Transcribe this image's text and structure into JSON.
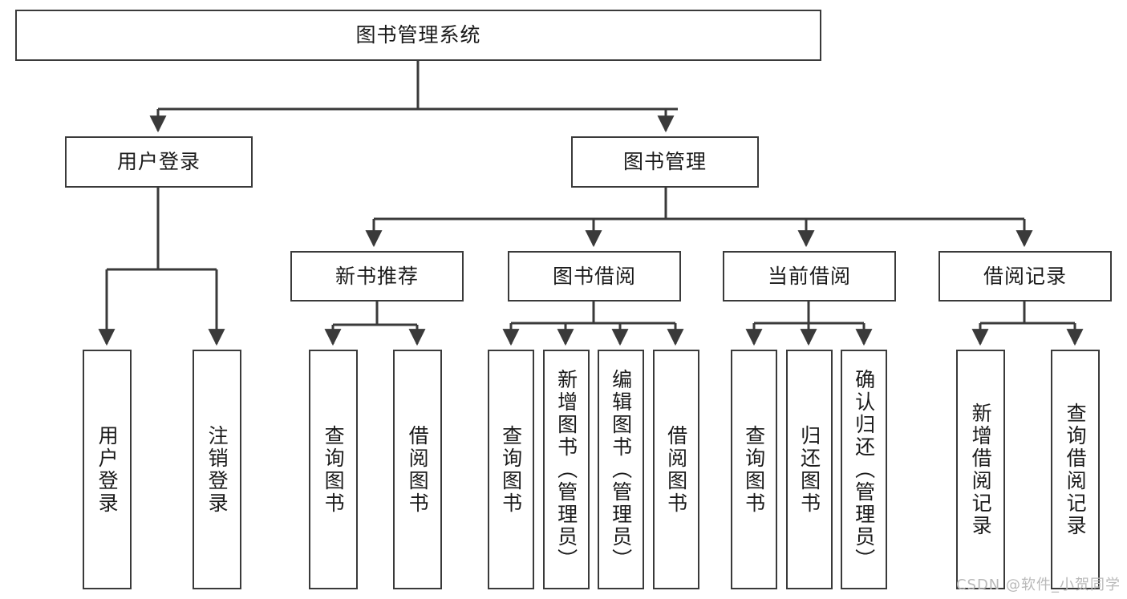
{
  "diagram": {
    "title": "图书管理系统",
    "watermark": "CSDN @软件_小贺同学",
    "colors": {
      "border": "#3a3a3a",
      "background": "#ffffff",
      "text": "#1a1a1a",
      "connector": "#3a3a3a",
      "watermark": "#b9b9b9"
    },
    "root": {
      "label": "图书管理系统"
    },
    "level2": [
      {
        "label": "用户登录"
      },
      {
        "label": "图书管理"
      }
    ],
    "level3": [
      {
        "label": "新书推荐"
      },
      {
        "label": "图书借阅"
      },
      {
        "label": "当前借阅"
      },
      {
        "label": "借阅记录"
      }
    ],
    "leaves": {
      "user_login": [
        {
          "label": "用户登录"
        },
        {
          "label": "注销登录"
        }
      ],
      "new_book_recommend": [
        {
          "label": "查询图书"
        },
        {
          "label": "借阅图书"
        }
      ],
      "book_borrow": [
        {
          "label": "查询图书"
        },
        {
          "label": "新增图书（管理员）"
        },
        {
          "label": "编辑图书（管理员）"
        },
        {
          "label": "借阅图书"
        }
      ],
      "current_borrow": [
        {
          "label": "查询图书"
        },
        {
          "label": "归还图书"
        },
        {
          "label": "确认归还（管理员）"
        }
      ],
      "borrow_record": [
        {
          "label": "新增借阅记录"
        },
        {
          "label": "查询借阅记录"
        }
      ]
    }
  }
}
